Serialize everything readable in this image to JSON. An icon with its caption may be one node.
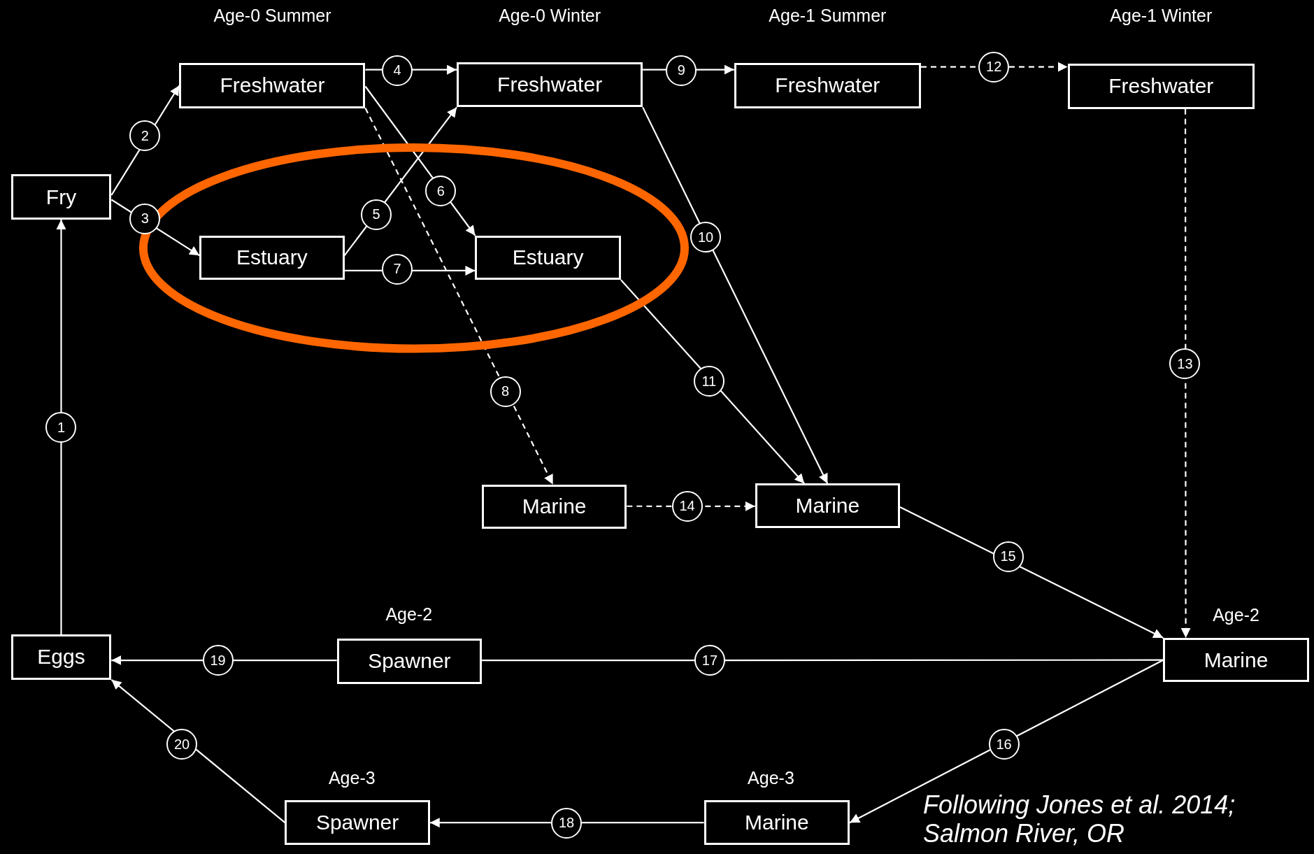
{
  "diagram": {
    "caption": "Following Jones et al. 2014; Salmon River, OR",
    "nodes": [
      {
        "text": [
          "Fry"
        ]
      },
      {
        "text": [
          "Freshwater"
        ],
        "beside": [
          "Age-0 Summer"
        ]
      },
      {
        "text": [
          "Estuary"
        ]
      },
      {
        "text": [
          "Freshwater"
        ],
        "beside": [
          "Age-0 Winter"
        ]
      },
      {
        "text": [
          "Estuary"
        ]
      },
      {
        "text": [
          "Freshwater"
        ],
        "beside": [
          "Age-1 Summer"
        ]
      },
      {
        "text": [
          "Freshwater"
        ],
        "beside": [
          "Age-1 Winter"
        ]
      },
      {
        "text": [
          "Marine"
        ]
      },
      {
        "text": [
          "Marine"
        ]
      },
      {
        "text": [
          "Marine"
        ],
        "beside": [
          "Age-2"
        ]
      },
      {
        "text": [
          "Eggs"
        ]
      },
      {
        "text": [
          "Spawner"
        ],
        "beside": [
          "Age-2"
        ]
      },
      {
        "text": [
          "Spawner"
        ],
        "beside": [
          "Age-3"
        ]
      },
      {
        "text": [
          "Marine"
        ],
        "beside": [
          "Age-3"
        ]
      }
    ],
    "edges": [
      {
        "from": 10,
        "to": 0,
        "arrow": "to",
        "label": "1"
      },
      {
        "from": 0,
        "to": 1,
        "arrow": "to",
        "label": "2"
      },
      {
        "from": 0,
        "to": 2,
        "arrow": "to",
        "label": "3"
      },
      {
        "from": 1,
        "to": 3,
        "arrow": "to",
        "label": "4"
      },
      {
        "from": 2,
        "to": 3,
        "arrow": "to",
        "label": "5"
      },
      {
        "from": 1,
        "to": 4,
        "arrow": "to",
        "label": "6"
      },
      {
        "from": 2,
        "to": 4,
        "arrow": "to",
        "label": "7"
      },
      {
        "from": 1,
        "to": 7,
        "arrow": "to",
        "label": "8",
        "style": "dashed"
      },
      {
        "from": 3,
        "to": 5,
        "arrow": "to",
        "label": "9"
      },
      {
        "from": 3,
        "to": 8,
        "arrow": "to",
        "label": "10"
      },
      {
        "from": 4,
        "to": 8,
        "arrow": "to",
        "label": "11"
      },
      {
        "from": 5,
        "to": 6,
        "arrow": "to",
        "label": "12",
        "style": "dashed"
      },
      {
        "from": 6,
        "to": 9,
        "arrow": "to",
        "label": "13",
        "style": "dashed"
      },
      {
        "from": 7,
        "to": 8,
        "arrow": "to",
        "label": "14",
        "style": "dashed"
      },
      {
        "from": 8,
        "to": 9,
        "arrow": "to",
        "label": "15"
      },
      {
        "from": 9,
        "to": 13,
        "arrow": "to",
        "label": "16"
      },
      {
        "from": 9,
        "to": 11,
        "arrow": "none",
        "label": "17"
      },
      {
        "from": 13,
        "to": 12,
        "arrow": "to",
        "label": "18"
      },
      {
        "from": 11,
        "to": 10,
        "arrow": "to",
        "label": "19"
      },
      {
        "from": 12,
        "to": 10,
        "arrow": "to",
        "label": "20"
      }
    ]
  }
}
